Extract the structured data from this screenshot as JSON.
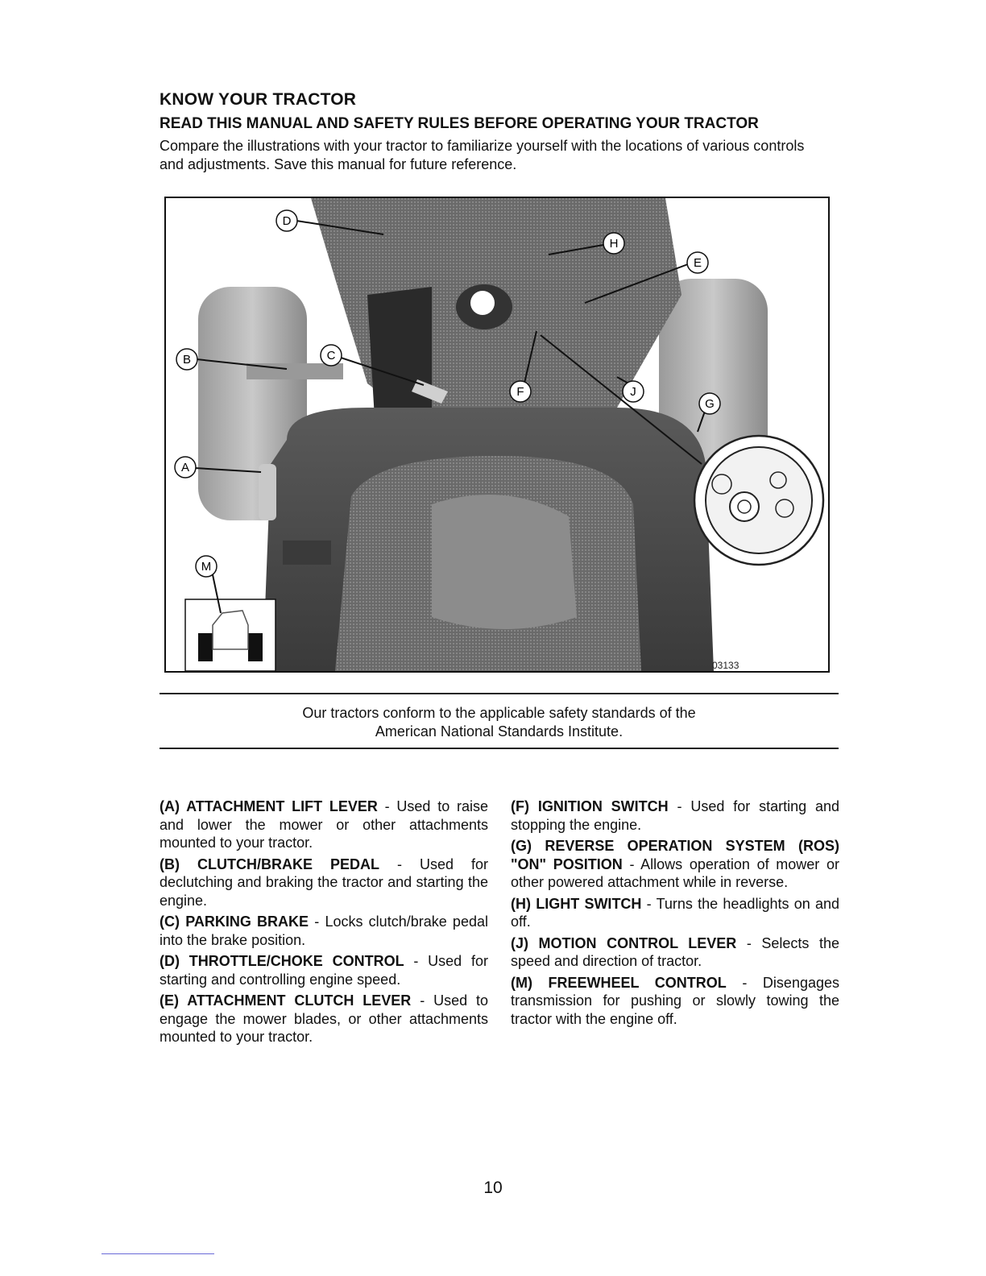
{
  "header": {
    "title": "KNOW YOUR TRACTOR",
    "subtitle": "READ THIS MANUAL AND SAFETY RULES BEFORE OPERATING YOUR TRACTOR",
    "intro": "Compare the illustrations with your tractor to familiarize yourself with the locations of various controls and adjustments.  Save this manual for future reference."
  },
  "figure": {
    "callouts": [
      "D",
      "H",
      "E",
      "B",
      "C",
      "F",
      "J",
      "G",
      "A",
      "M"
    ],
    "code": "03133"
  },
  "standards_note": {
    "line1": "Our tractors conform to the applicable safety standards of the",
    "line2": "American National Standards Institute."
  },
  "items_left": [
    {
      "label": "(A)  ATTACHMENT LIFT LEVER",
      "text": " - Used to raise and lower the mower or other attachments mounted to your tractor."
    },
    {
      "label": "(B)  CLUTCH/BRAKE PEDAL",
      "text": " - Used for declutching and braking the tractor and starting the engine."
    },
    {
      "label": "(C)  PARKING BRAKE",
      "text": " - Locks clutch/brake pedal into the brake position."
    },
    {
      "label": "(D)  THROTTLE/CHOKE CONTROL",
      "text": " - Used for starting and controlling engine speed."
    },
    {
      "label": "(E)  ATTACHMENT CLUTCH LEVER",
      "text": " - Used to engage the mower blades, or other attachments mounted to your tractor."
    }
  ],
  "items_right": [
    {
      "label": "(F)  IGNITION SWITCH",
      "text": " - Used for starting and stopping the engine."
    },
    {
      "label": "(G)  REVERSE OPERATION SYSTEM (ROS) \"ON\" POSITION",
      "text": " - Allows operation of mower or other powered attachment while in reverse."
    },
    {
      "label": "(H)  LIGHT SWITCH",
      "text": " - Turns the headlights on and off."
    },
    {
      "label": "(J)  MOTION CONTROL LEVER",
      "text": " - Selects the speed and direction of tractor."
    },
    {
      "label": "(M)  FREEWHEEL CONTROL",
      "text": " - Disengages transmission for pushing or slowly towing the tractor with the engine off."
    }
  ],
  "page_number": "10"
}
